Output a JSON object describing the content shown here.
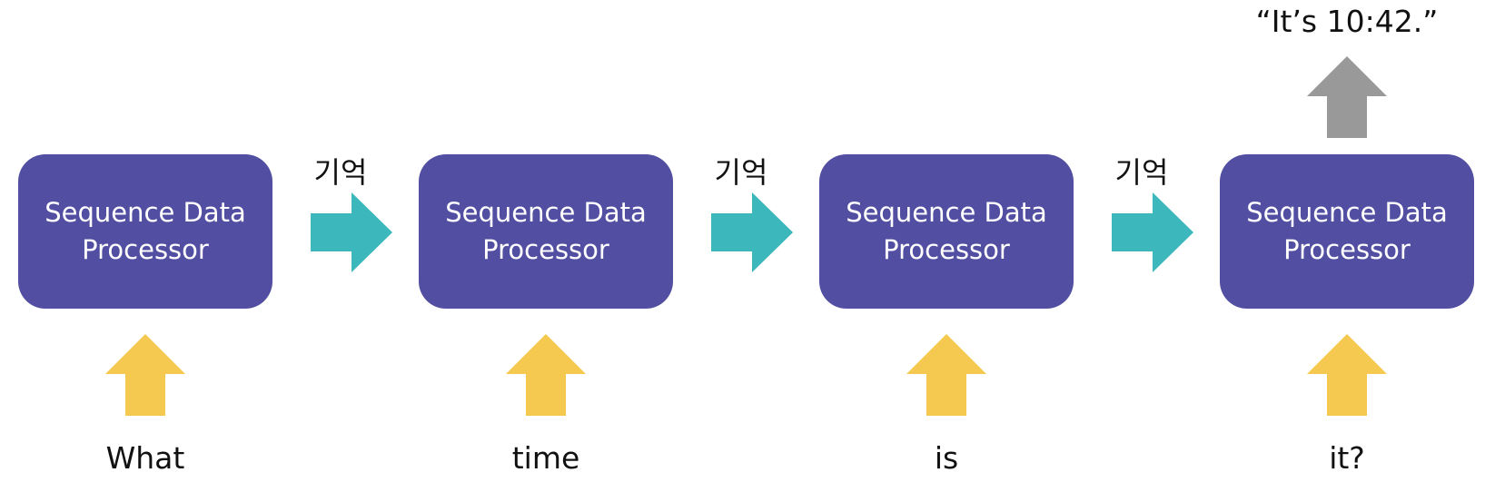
{
  "colors": {
    "box_fill": "#524ea2",
    "box_text": "#ffffff",
    "memory_arrow": "#3cb8bd",
    "input_arrow": "#f5c94f",
    "output_arrow": "#999999"
  },
  "processors": [
    {
      "label": "Sequence Data\nProcessor"
    },
    {
      "label": "Sequence Data\nProcessor"
    },
    {
      "label": "Sequence Data\nProcessor"
    },
    {
      "label": "Sequence Data\nProcessor"
    }
  ],
  "memory_links": [
    {
      "label": "기억"
    },
    {
      "label": "기억"
    },
    {
      "label": "기억"
    }
  ],
  "inputs": [
    {
      "word": "What"
    },
    {
      "word": "time"
    },
    {
      "word": "is"
    },
    {
      "word": "it?"
    }
  ],
  "output": {
    "text": "“It’s 10:42.”"
  }
}
